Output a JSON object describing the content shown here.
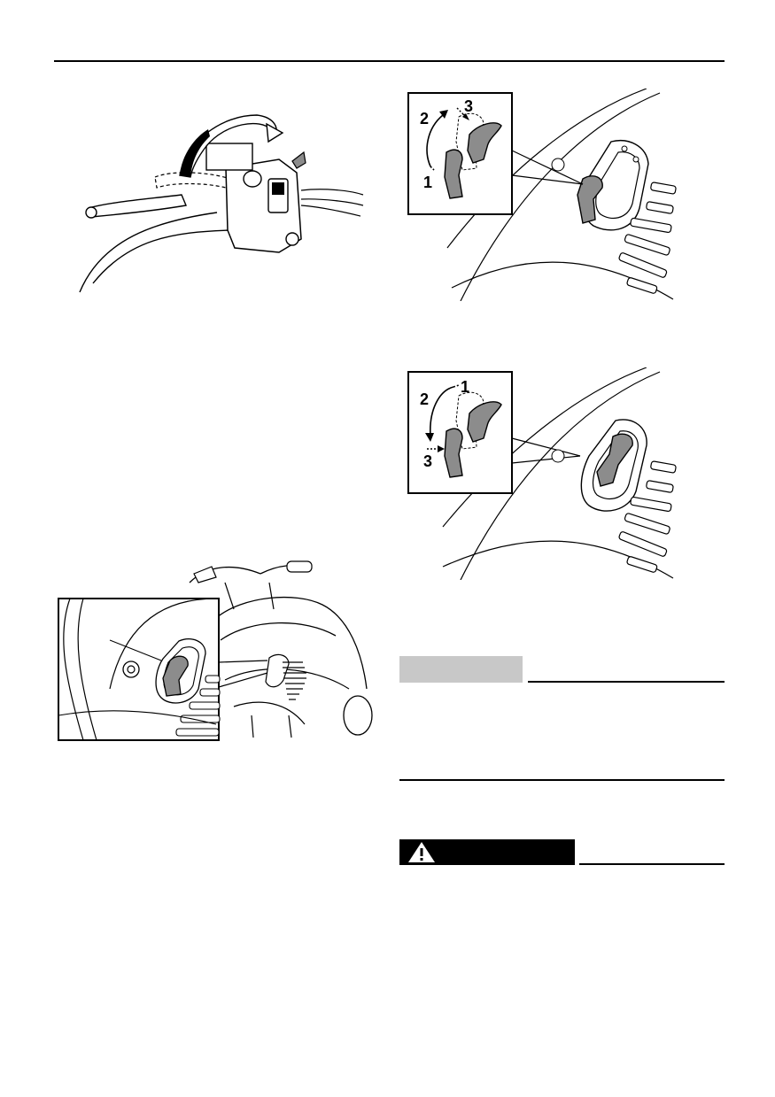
{
  "page": {
    "header_rule": true
  },
  "figure_b": {
    "labels": {
      "l1": "1",
      "l2": "2",
      "l3": "3"
    }
  },
  "figure_c": {
    "labels": {
      "l1": "1",
      "l2": "2",
      "l3": "3"
    }
  },
  "note_box": {
    "label": ""
  },
  "warning_box": {
    "label": ""
  },
  "colors": {
    "ink": "#000000",
    "lever_gray": "#8c8c8c",
    "note_gray": "#c8c8c8",
    "warning_bg": "#000000"
  },
  "icons": {
    "warning": "warning-triangle-icon"
  }
}
